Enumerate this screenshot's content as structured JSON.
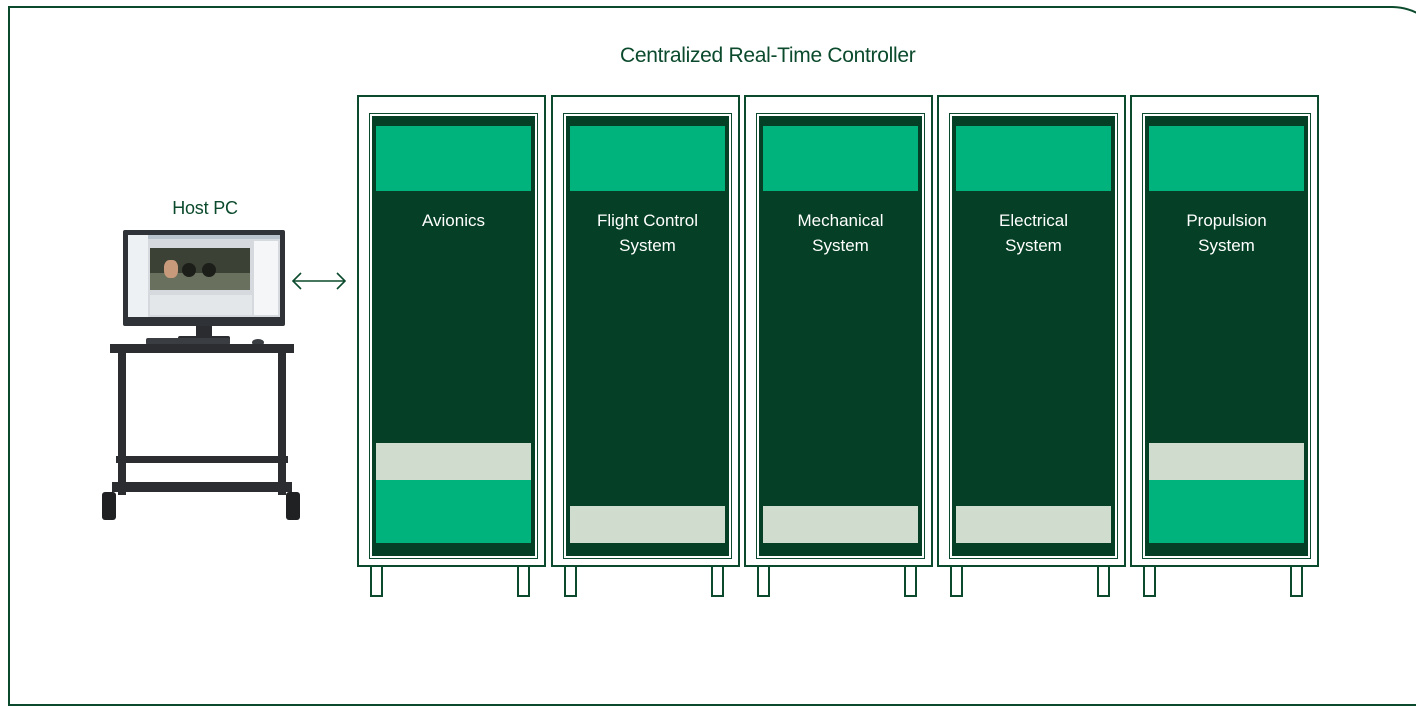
{
  "diagram": {
    "title": "Centralized Real-Time Controller",
    "host": {
      "label": "Host PC",
      "link_symbol": "bidirectional-arrow"
    },
    "colors": {
      "frame": "#0b4a2c",
      "cabinet_body": "#053f25",
      "accent_green": "#00b27c",
      "accent_gray": "#cfdcce",
      "text_on_dark": "#ffffff"
    },
    "cabinets": [
      {
        "label": "Avionics",
        "modules": [
          "green",
          "gray",
          "green"
        ]
      },
      {
        "label": "Flight Control\nSystem",
        "modules": [
          "green",
          "gray"
        ]
      },
      {
        "label": "Mechanical\nSystem",
        "modules": [
          "green",
          "gray"
        ]
      },
      {
        "label": "Electrical\nSystem",
        "modules": [
          "green",
          "gray"
        ]
      },
      {
        "label": "Propulsion\nSystem",
        "modules": [
          "green",
          "gray",
          "green"
        ]
      }
    ]
  }
}
